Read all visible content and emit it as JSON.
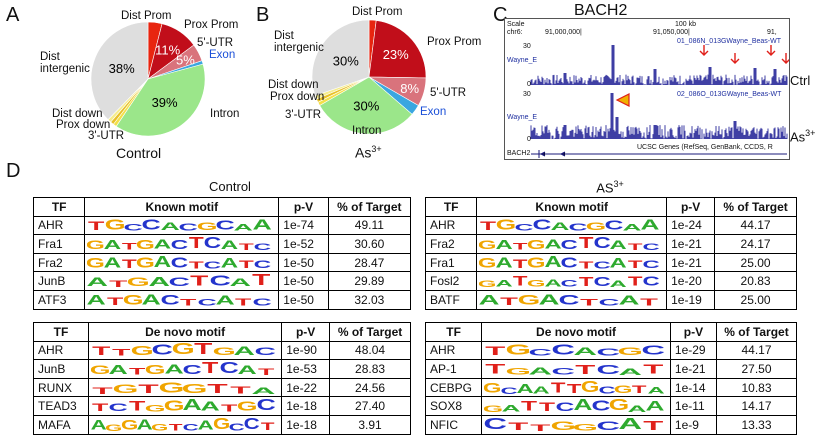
{
  "panels": {
    "A": "A",
    "B": "B",
    "C": "C",
    "D": "D"
  },
  "colors": {
    "dist_prom": "#e8250f",
    "prox_prom": "#c10e1a",
    "utr5": "#d9737c",
    "exon": "#3aa6e0",
    "intron": "#9be68a",
    "utr3": "#f3e04a",
    "prox_down": "#e8c12b",
    "dist_down": "#f5ec8f",
    "dist_intergenic": "#dedede",
    "A": "#2eaa2e",
    "C": "#2434cc",
    "G": "#f0a500",
    "T": "#e0201a"
  },
  "chart_data": [
    {
      "type": "pie",
      "title": "Control",
      "slices": [
        {
          "label": "Dist Prom",
          "value": 4
        },
        {
          "label": "Prox Prom",
          "value": 11
        },
        {
          "label": "5'-UTR",
          "value": 5
        },
        {
          "label": "Exon",
          "value": 1
        },
        {
          "label": "Intron",
          "value": 39
        },
        {
          "label": "3'-UTR",
          "value": 1
        },
        {
          "label": "Prox down",
          "value": 1
        },
        {
          "label": "Dist down",
          "value": 1
        },
        {
          "label": "Dist intergenic",
          "value": 38
        }
      ],
      "data_labels": [
        "11%",
        "5%",
        "39%",
        "38%"
      ]
    },
    {
      "type": "pie",
      "title": "As3+",
      "slices": [
        {
          "label": "Dist Prom",
          "value": 2
        },
        {
          "label": "Prox Prom",
          "value": 23
        },
        {
          "label": "5'-UTR",
          "value": 8
        },
        {
          "label": "Exon",
          "value": 3
        },
        {
          "label": "Intron",
          "value": 30
        },
        {
          "label": "3'-UTR",
          "value": 1
        },
        {
          "label": "Prox down",
          "value": 1
        },
        {
          "label": "Dist down",
          "value": 1
        },
        {
          "label": "Dist intergenic",
          "value": 30
        }
      ],
      "data_labels": [
        "23%",
        "8%",
        "30%",
        "30%"
      ]
    }
  ],
  "pieA": {
    "labels": {
      "dist_prom": "Dist Prom",
      "prox_prom": "Prox Prom",
      "utr5": "5'-UTR",
      "exon": "Exon",
      "intron": "Intron",
      "utr3": "3'-UTR",
      "prox_down": "Prox down",
      "dist_down": "Dist down",
      "dist_intergenic": "Dist\nintergenic"
    },
    "pct": {
      "prox": "11%",
      "utr5": "5%",
      "intron": "39%",
      "inter": "38%"
    },
    "caption": "Control"
  },
  "pieB": {
    "labels": {
      "dist_prom": "Dist Prom",
      "prox_prom": "Prox Prom",
      "utr5": "5'-UTR",
      "exon": "Exon",
      "intron": "Intron",
      "utr3": "3'-UTR",
      "prox_down": "Prox down",
      "dist_down": "Dist down",
      "dist_intergenic": "Dist\nintergenic"
    },
    "pct": {
      "prox": "23%",
      "utr5": "8%",
      "intron": "30%",
      "inter": "30%"
    },
    "caption_base": "As",
    "caption_sup": "3+"
  },
  "browser": {
    "gene": "BACH2",
    "scale": "Scale",
    "chrom": "chr6:",
    "scale_bar": "100 kb",
    "pos1": "91,000,000|",
    "pos2": "91,050,000|",
    "pos3": "91,",
    "track1": "01_086N_013GWayne_Beas-WT",
    "track2": "02_086O_013GWayne_Beas-WT",
    "track_side": "Wayne_E",
    "ymax1": "30",
    "ymin1": "0",
    "ymax2": "30",
    "ymin2": "0",
    "genes_label": "UCSC Genes (RefSeq, GenBank, CCDS, R",
    "gene_row": "BACH2",
    "ctrl": "Ctrl",
    "as_base": "As",
    "as_sup": "3+"
  },
  "tables": {
    "control_title": "Control",
    "as_title_base": "AS",
    "as_title_sup": "3+",
    "known_headers": [
      "TF",
      "Known motif",
      "p-V",
      "% of Target"
    ],
    "denovo_headers": [
      "TF",
      "De novo motif",
      "p-V",
      "% of Target"
    ],
    "control_known": [
      {
        "tf": "AHR",
        "logo": "TGCCACGCAA",
        "pv": "1e-74",
        "pct": "49.11"
      },
      {
        "tf": "Fra1",
        "logo": "GATGACTCATC",
        "pv": "1e-52",
        "pct": "30.60"
      },
      {
        "tf": "Fra2",
        "logo": "GATGACTCATC",
        "pv": "1e-50",
        "pct": "28.47"
      },
      {
        "tf": "JunB",
        "logo": "ATGACTCAT",
        "pv": "1e-50",
        "pct": "29.89"
      },
      {
        "tf": "ATF3",
        "logo": "ATGACTCATC",
        "pv": "1e-50",
        "pct": "32.03"
      }
    ],
    "control_denovo": [
      {
        "tf": "AHR",
        "logo": "TTGCGTGAC",
        "pv": "1e-90",
        "pct": "48.04"
      },
      {
        "tf": "JunB",
        "logo": "GATGACTCAT",
        "pv": "1e-53",
        "pct": "28.83"
      },
      {
        "tf": "RUNX",
        "logo": "TGTGGTTA",
        "pv": "1e-22",
        "pct": "24.56"
      },
      {
        "tf": "TEAD3",
        "logo": "TCTGGAATGC",
        "pv": "1e-18",
        "pct": "27.40"
      },
      {
        "tf": "MAFA",
        "logo": "AGGAGTCAGCCT",
        "pv": "1e-18",
        "pct": "3.91"
      }
    ],
    "as_known": [
      {
        "tf": "AHR",
        "logo": "TGCCACGCAA",
        "pv": "1e-24",
        "pct": "44.17"
      },
      {
        "tf": "Fra2",
        "logo": "GATGACTCATC",
        "pv": "1e-21",
        "pct": "24.17"
      },
      {
        "tf": "Fra1",
        "logo": "GATGACTCATC",
        "pv": "1e-21",
        "pct": "25.00"
      },
      {
        "tf": "Fosl2",
        "logo": "GATGACTCATC",
        "pv": "1e-20",
        "pct": "20.83"
      },
      {
        "tf": "BATF",
        "logo": "ATGACTCAT",
        "pv": "1e-19",
        "pct": "25.00"
      }
    ],
    "as_denovo": [
      {
        "tf": "AHR",
        "logo": "TGCCACGC",
        "pv": "1e-29",
        "pct": "44.17"
      },
      {
        "tf": "AP-1",
        "logo": "TGACTCAT",
        "pv": "1e-21",
        "pct": "27.50"
      },
      {
        "tf": "CEBPG",
        "logo": "GCAATTGCGTA",
        "pv": "1e-14",
        "pct": "10.83"
      },
      {
        "tf": "SOX8",
        "logo": "GATTCACGAA",
        "pv": "1e-11",
        "pct": "14.17"
      },
      {
        "tf": "NFIC",
        "logo": "CTTGGCAT",
        "pv": "1e-9",
        "pct": "13.33"
      }
    ]
  }
}
